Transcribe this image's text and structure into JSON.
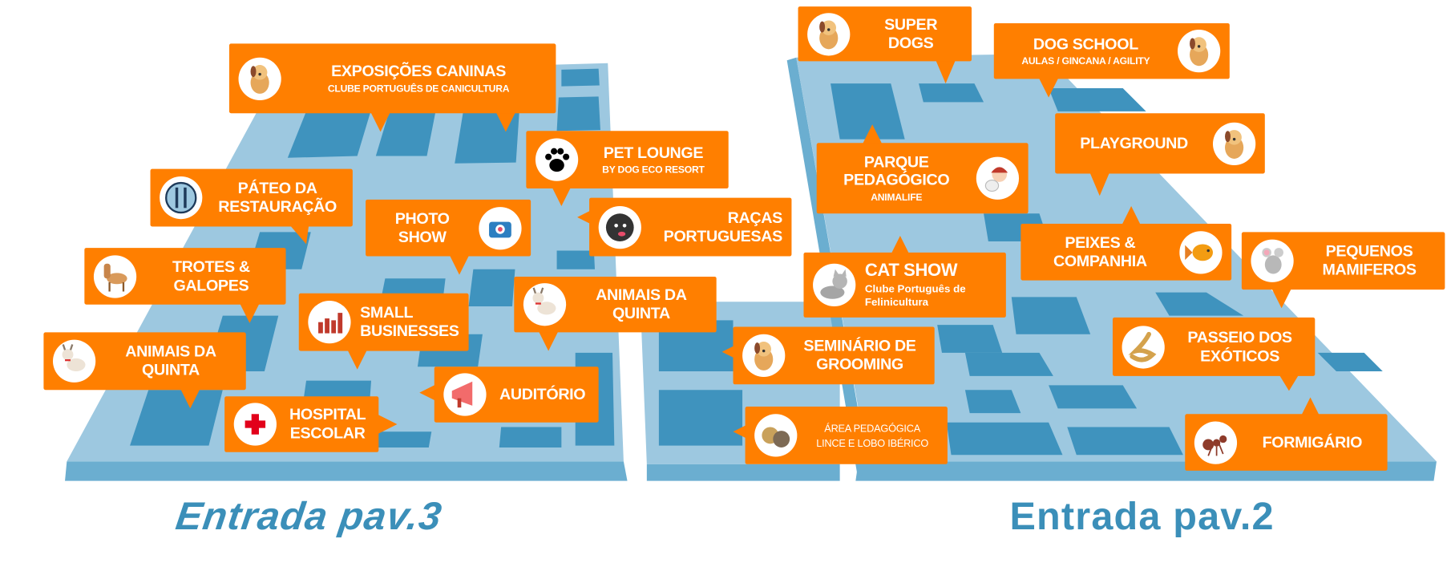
{
  "colors": {
    "callout": "#FF7F00",
    "map_light": "#9DC8E0",
    "map_dark": "#3F93BE",
    "map_edge": "#6BAED0",
    "entrance_text": "#3B8FB9"
  },
  "entrances": {
    "pav3": "Entrada pav.3",
    "pav2": "Entrada pav.2"
  },
  "callouts": {
    "exposicoes": {
      "title": "EXPOSIÇÕES CANINAS",
      "subtitle": "CLUBE PORTUGUÊS DE CANICULTURA",
      "icon": "dog-icon"
    },
    "pet_lounge": {
      "title": "PET LOUNGE",
      "subtitle": "BY DOG ECO RESORT",
      "icon": "paw-icon"
    },
    "pateo": {
      "line1": "PÁTEO DA",
      "line2": "RESTAURAÇÃO",
      "icon": "cutlery-icon"
    },
    "photo": {
      "line1": "PHOTO",
      "line2": "SHOW",
      "icon": "camera-icon"
    },
    "racas": {
      "line1": "RAÇAS",
      "line2": "PORTUGUESAS",
      "icon": "dog-face-icon"
    },
    "trotes": {
      "line1": "TROTES &",
      "line2": "GALOPES",
      "icon": "horse-icon"
    },
    "small": {
      "line1": "SMALL",
      "line2": "BUSINESSES",
      "icon": "bar-chart-icon"
    },
    "quinta_right": {
      "line1": "ANIMAIS DA",
      "line2": "QUINTA",
      "icon": "goat-icon"
    },
    "quinta_left": {
      "line1": "ANIMAIS DA",
      "line2": "QUINTA",
      "icon": "goat-icon"
    },
    "auditorio": {
      "title": "AUDITÓRIO",
      "icon": "megaphone-icon"
    },
    "hospital": {
      "line1": "HOSPITAL",
      "line2": "ESCOLAR",
      "icon": "red-cross-icon"
    },
    "super_dogs": {
      "line1": "SUPER",
      "line2": "DOGS",
      "icon": "dog-icon"
    },
    "dog_school": {
      "title": "DOG SCHOOL",
      "subtitle": "AULAS / GINCANA / AGILITY",
      "icon": "dog-icon"
    },
    "parque": {
      "line1": "PARQUE",
      "line2": "PEDAGÓGICO",
      "subtitle": "ANIMALIFE",
      "icon": "girl-cat-icon"
    },
    "playground": {
      "title": "PLAYGROUND",
      "icon": "dog-icon"
    },
    "peixes": {
      "line1": "PEIXES &",
      "line2": "COMPANHIA",
      "icon": "fish-icon"
    },
    "pequenos": {
      "line1": "PEQUENOS",
      "line2": "MAMIFEROS",
      "icon": "mouse-icon"
    },
    "cat_show": {
      "title": "CAT SHOW",
      "sub1": "Clube Português de",
      "sub2": "Felinicultura",
      "icon": "cat-icon"
    },
    "grooming": {
      "line1": "SEMINÁRIO DE",
      "line2": "GROOMING",
      "icon": "dog-icon"
    },
    "area_ped": {
      "line1": "ÁREA PEDAGÓGICA",
      "line2": "LINCE E LOBO IBÉRICO",
      "icon": "lynx-wolf-icon"
    },
    "exoticos": {
      "line1": "PASSEIO DOS",
      "line2": "EXÓTICOS",
      "icon": "snake-icon"
    },
    "formigario": {
      "title": "FORMIGÁRIO",
      "icon": "ant-icon"
    }
  }
}
